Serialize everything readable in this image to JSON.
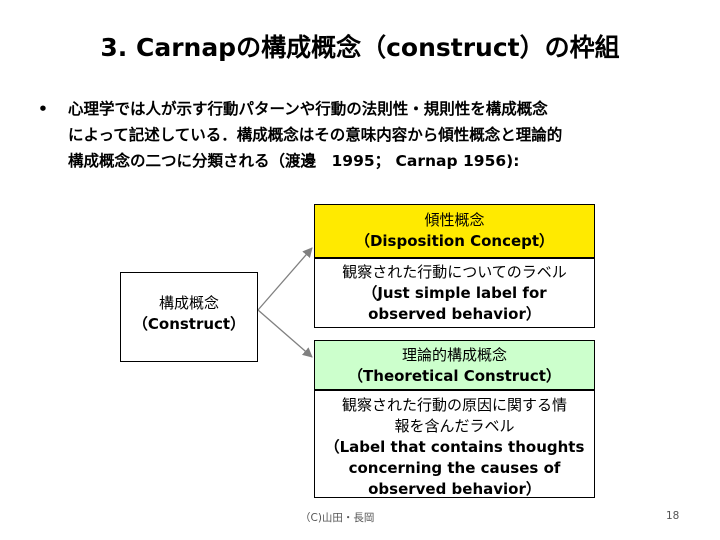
{
  "title": "3. Carnapの構成概念（construct）の枠組",
  "bullet": {
    "mark": "•",
    "lines": [
      "心理学では人が示す行動パターンや行動の法則性・規則性を構成概念",
      "によって記述している．構成概念はその意味内容から傾性概念と理論的",
      "構成概念の二つに分類される（渡邊　1995； Carnap 1956):"
    ]
  },
  "diagram": {
    "construct": {
      "line1": "構成概念",
      "line2": "（Construct）"
    },
    "disposition": {
      "line1": "傾性概念",
      "line2": "（Disposition Concept）"
    },
    "simple_label": {
      "line1": "観察された行動についてのラベル",
      "line2": "（Just simple label for",
      "line3": "observed behavior）"
    },
    "theoretical": {
      "line1": "理論的構成概念",
      "line2": "（Theoretical Construct）"
    },
    "cause_label": {
      "line1": "観察された行動の原因に関する情",
      "line2": "報を含んだラベル",
      "line3": "（Label that contains thoughts",
      "line4": "concerning the causes of",
      "line5": "observed behavior）"
    }
  },
  "footer": {
    "credit": "（C)山田・長岡",
    "page": "18"
  },
  "colors": {
    "disposition_fill": "#ffea00",
    "theoretical_fill": "#ccffcc",
    "arrow": "#808080"
  }
}
